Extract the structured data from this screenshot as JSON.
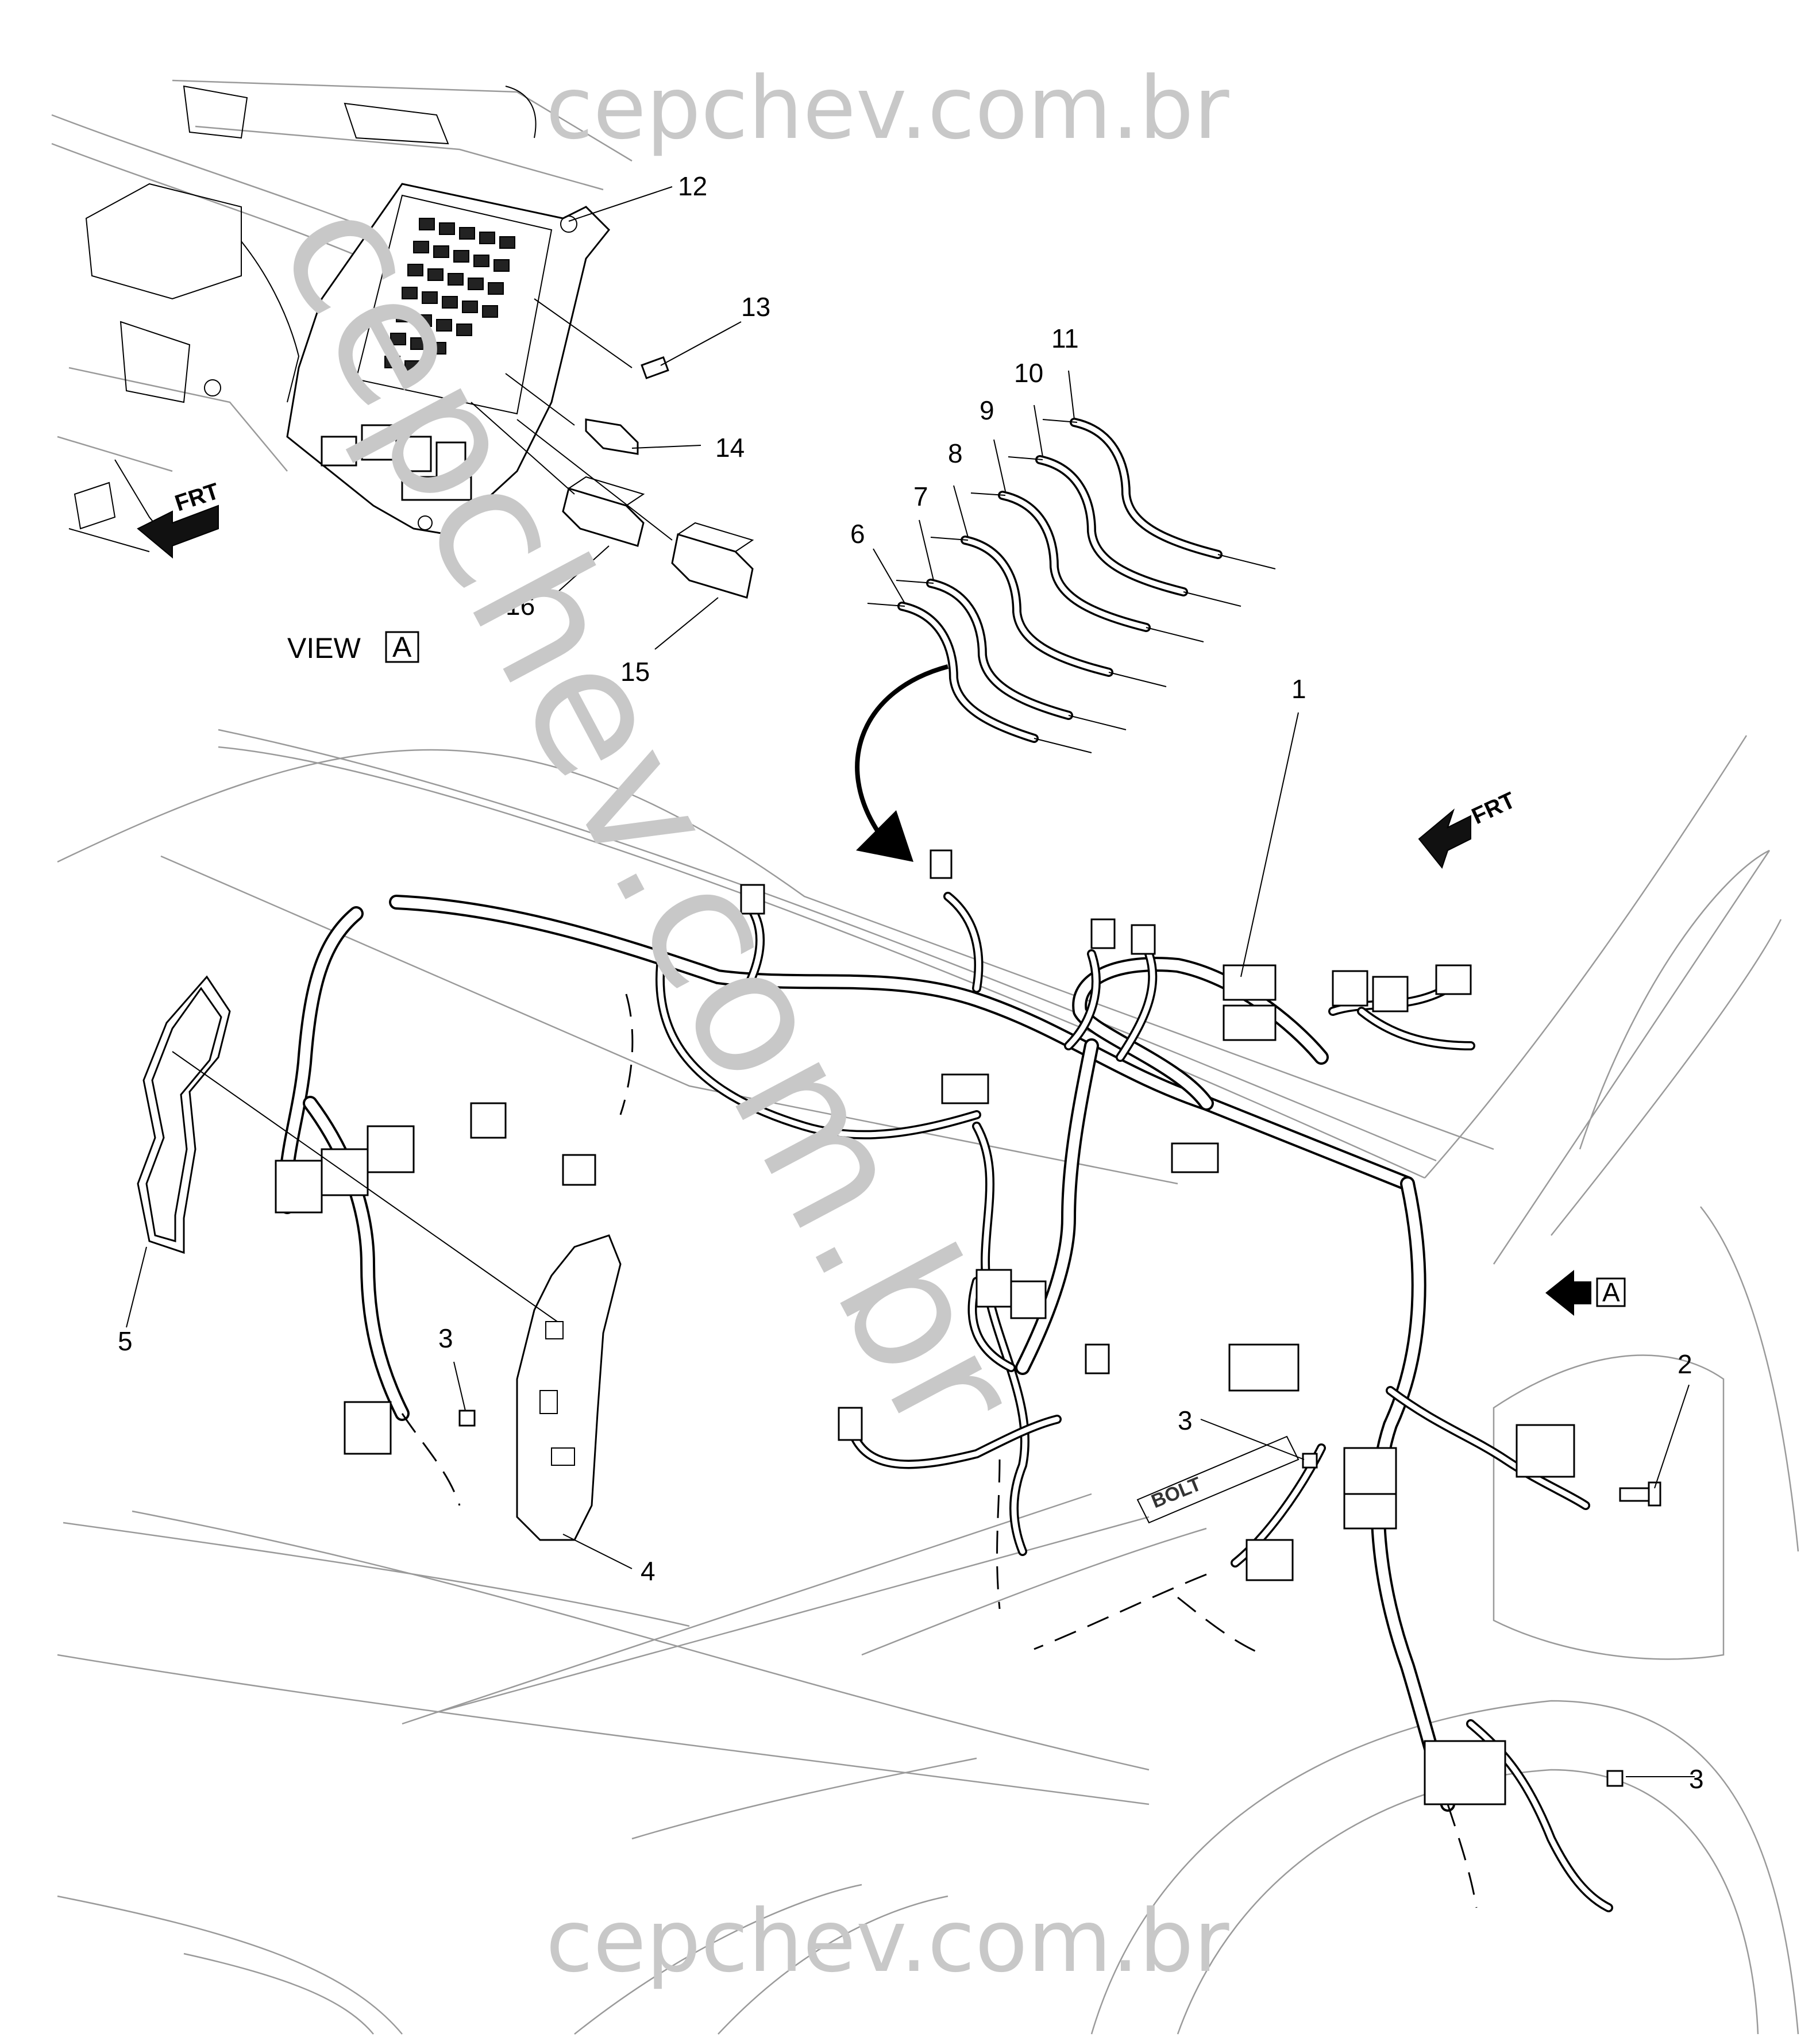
{
  "watermark": {
    "top": "cepchev.com.br",
    "bottom": "cepchev.com.br",
    "diagonal": "cepchev.com.br"
  },
  "view_label": {
    "text": "VIEW",
    "box": "A"
  },
  "direction_labels": {
    "frt_top_left": "FRT",
    "frt_right": "FRT",
    "view_arrow_box": "A"
  },
  "callouts": [
    "1",
    "2",
    "3",
    "3",
    "3",
    "4",
    "5",
    "6",
    "7",
    "8",
    "9",
    "10",
    "11",
    "12",
    "13",
    "14",
    "15",
    "16"
  ],
  "badge_text": "BOLT"
}
